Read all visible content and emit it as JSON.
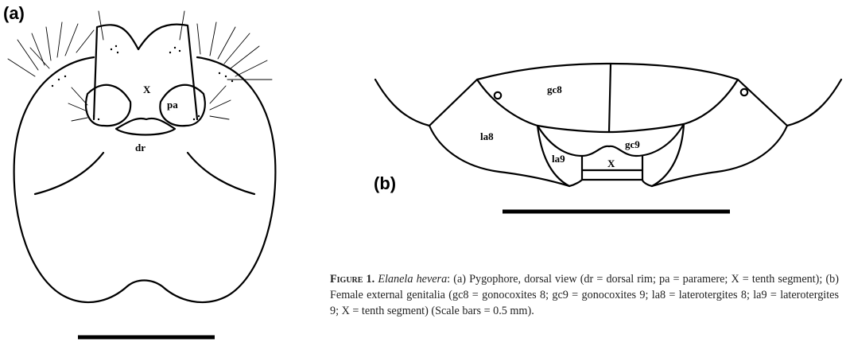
{
  "panels": {
    "a": {
      "label": "(a)",
      "structure_labels": {
        "X": "X",
        "pa": "pa",
        "dr": "dr"
      }
    },
    "b": {
      "label": "(b)",
      "structure_labels": {
        "gc8": "gc8",
        "la8": "la8",
        "la9": "la9",
        "gc9": "gc9",
        "X": "X"
      }
    }
  },
  "caption": {
    "figure_label": "Figure 1.",
    "species": "Elanela hevera",
    "text": ": (a) Pygophore, dorsal view (dr = dorsal rim; pa = paramere; X = tenth segment); (b) Female external genitalia (gc8 = gonocoxites 8; gc9 = gonocoxites 9; la8 = laterotergites 8; la9 = laterotergites 9; X = tenth segment) (Scale bars = 0.5 mm)."
  }
}
